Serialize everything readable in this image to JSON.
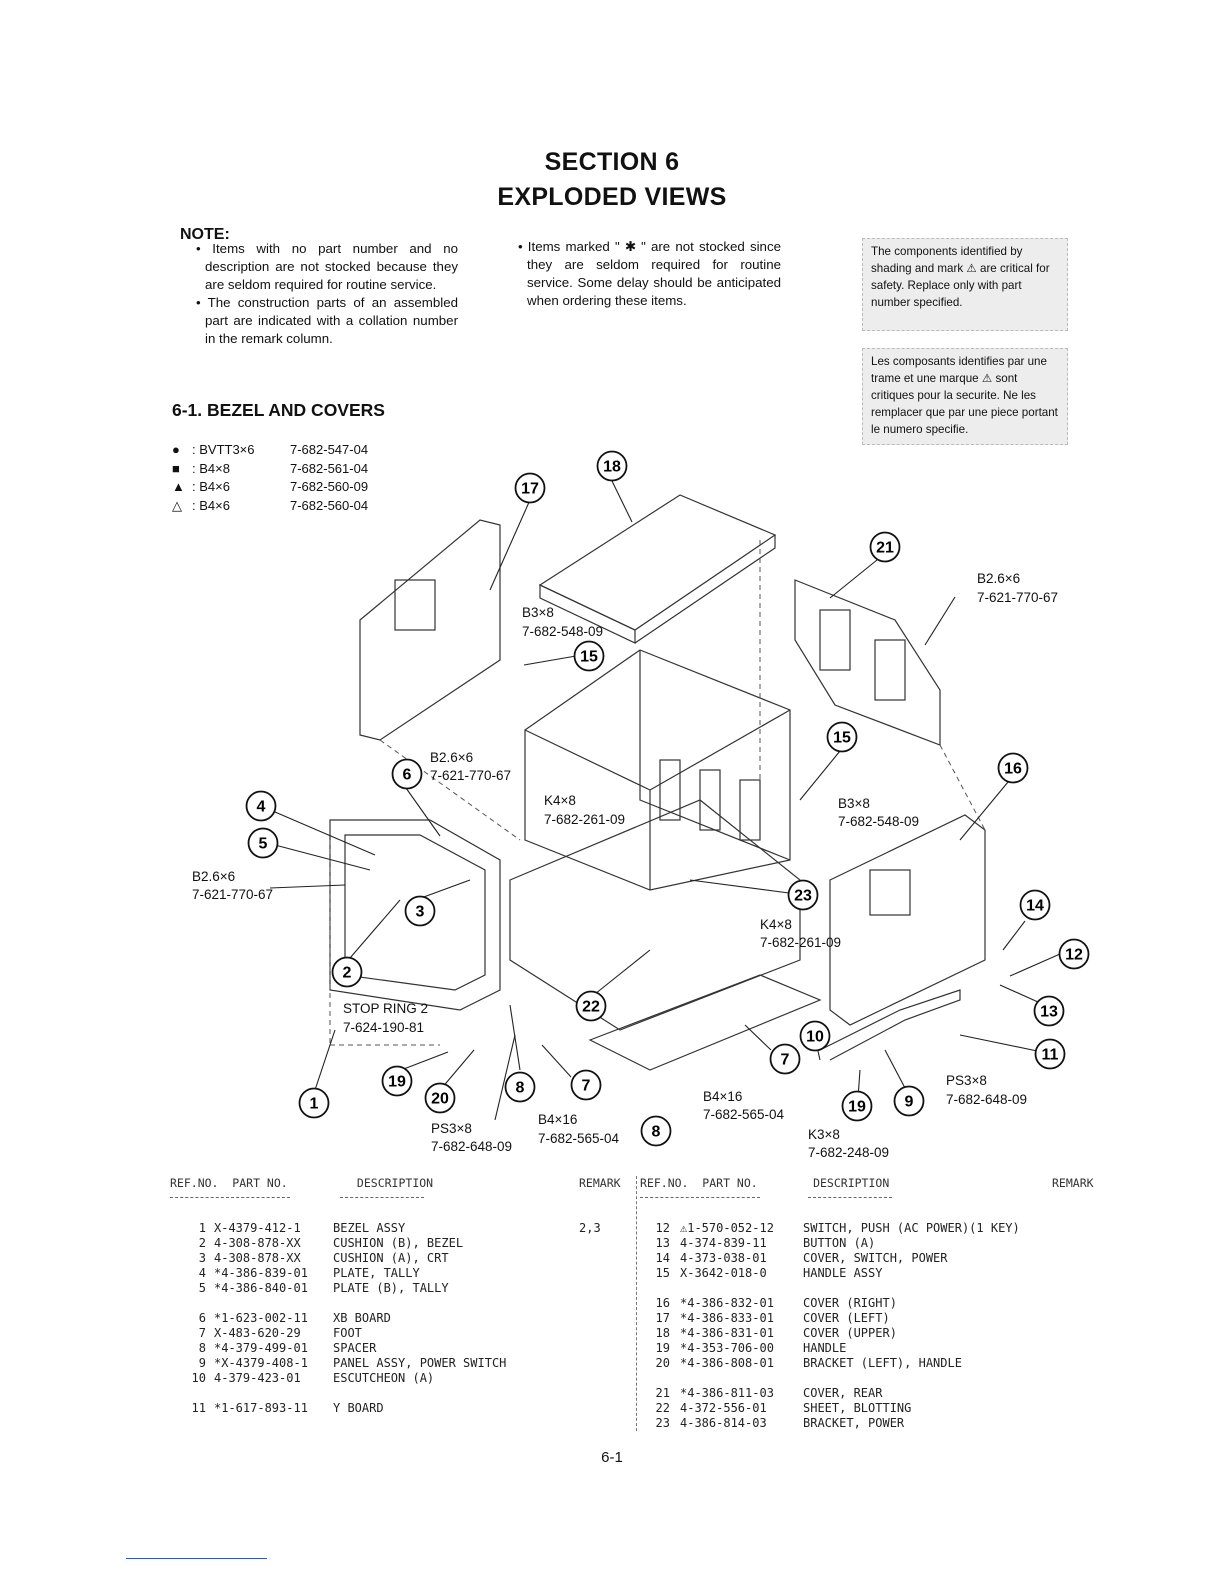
{
  "header": {
    "section": "SECTION 6",
    "title": "EXPLODED VIEWS"
  },
  "note": {
    "heading": "NOTE:",
    "left": [
      "• Items with no part number and no description are not stocked because they are seldom required for routine service.",
      "• The construction parts of an assembled part are indicated with a collation number in the remark column."
    ],
    "middle": "• Items marked \" ✱ \" are not stocked since they are seldom required for routine service. Some delay should be anticipated when ordering these items."
  },
  "safety": {
    "english": "The components identified by shading and mark ⚠ are critical for safety. Replace only with part number specified.",
    "french": "Les composants identifies par une trame et une marque ⚠ sont critiques pour la securite. Ne les remplacer que par une piece portant le numero specifie."
  },
  "section_heading": "6-1.  BEZEL AND COVERS",
  "screws": [
    {
      "symbol": "●",
      "name": ": BVTT3×6",
      "part": "7-682-547-04"
    },
    {
      "symbol": "■",
      "name": ": B4×8",
      "part": "7-682-561-04"
    },
    {
      "symbol": "▲",
      "name": ": B4×6",
      "part": "7-682-560-09"
    },
    {
      "symbol": "△",
      "name": ": B4×6",
      "part": "7-682-560-04"
    }
  ],
  "diagram": {
    "callouts": [
      {
        "n": "17"
      },
      {
        "n": "18"
      },
      {
        "n": "21"
      },
      {
        "n": "15"
      },
      {
        "n": "15"
      },
      {
        "n": "16"
      },
      {
        "n": "6"
      },
      {
        "n": "4"
      },
      {
        "n": "5"
      },
      {
        "n": "3"
      },
      {
        "n": "2"
      },
      {
        "n": "23"
      },
      {
        "n": "14"
      },
      {
        "n": "12"
      },
      {
        "n": "13"
      },
      {
        "n": "11"
      },
      {
        "n": "22"
      },
      {
        "n": "10"
      },
      {
        "n": "7"
      },
      {
        "n": "7"
      },
      {
        "n": "19"
      },
      {
        "n": "19"
      },
      {
        "n": "20"
      },
      {
        "n": "8"
      },
      {
        "n": "8"
      },
      {
        "n": "9"
      },
      {
        "n": "1"
      }
    ],
    "labels": [
      {
        "text": "B2.6×6"
      },
      {
        "text": "7-621-770-67"
      },
      {
        "text": "B3×8"
      },
      {
        "text": "7-682-548-09"
      },
      {
        "text": "B2.6×6"
      },
      {
        "text": "7-621-770-67"
      },
      {
        "text": "K4×8"
      },
      {
        "text": "7-682-261-09"
      },
      {
        "text": "B3×8"
      },
      {
        "text": "7-682-548-09"
      },
      {
        "text": "B2.6×6"
      },
      {
        "text": "7-621-770-67"
      },
      {
        "text": "K4×8"
      },
      {
        "text": "7-682-261-09"
      },
      {
        "text": "STOP RING 2"
      },
      {
        "text": "7-624-190-81"
      },
      {
        "text": "PS3×8"
      },
      {
        "text": "7-682-648-09"
      },
      {
        "text": "B4×16"
      },
      {
        "text": "7-682-565-04"
      },
      {
        "text": "B4×16"
      },
      {
        "text": "7-682-565-04"
      },
      {
        "text": "K3×8"
      },
      {
        "text": "7-682-248-09"
      },
      {
        "text": "PS3×8"
      },
      {
        "text": "7-682-648-09"
      }
    ]
  },
  "table_header": {
    "left": "REF.NO.  PART NO.          DESCRIPTION",
    "left_remark": "REMARK",
    "right": "REF.NO.  PART NO.        DESCRIPTION",
    "right_remark": "REMARK"
  },
  "parts_left": [
    {
      "ref": "1",
      "part": "X-4379-412-1",
      "desc": "BEZEL ASSY",
      "remark": "2,3"
    },
    {
      "ref": "2",
      "part": "4-308-878-XX",
      "desc": "CUSHION (B), BEZEL",
      "remark": ""
    },
    {
      "ref": "3",
      "part": "4-308-878-XX",
      "desc": "CUSHION (A), CRT",
      "remark": ""
    },
    {
      "ref": "4",
      "part": "*4-386-839-01",
      "desc": "PLATE, TALLY",
      "remark": ""
    },
    {
      "ref": "5",
      "part": "*4-386-840-01",
      "desc": "PLATE (B), TALLY",
      "remark": ""
    },
    {
      "ref": "6",
      "part": "*1-623-002-11",
      "desc": "XB BOARD",
      "remark": ""
    },
    {
      "ref": "7",
      "part": "X-483-620-29",
      "desc": "FOOT",
      "remark": ""
    },
    {
      "ref": "8",
      "part": "*4-379-499-01",
      "desc": "SPACER",
      "remark": ""
    },
    {
      "ref": "9",
      "part": "*X-4379-408-1",
      "desc": "PANEL ASSY, POWER SWITCH",
      "remark": ""
    },
    {
      "ref": "10",
      "part": "4-379-423-01",
      "desc": "ESCUTCHEON (A)",
      "remark": ""
    },
    {
      "ref": "11",
      "part": "*1-617-893-11",
      "desc": "Y BOARD",
      "remark": ""
    }
  ],
  "parts_right": [
    {
      "ref": "12",
      "part": "⚠1-570-052-12",
      "desc": "SWITCH, PUSH (AC POWER)(1 KEY)"
    },
    {
      "ref": "13",
      "part": "4-374-839-11",
      "desc": "BUTTON (A)"
    },
    {
      "ref": "14",
      "part": "4-373-038-01",
      "desc": "COVER, SWITCH, POWER"
    },
    {
      "ref": "15",
      "part": "X-3642-018-0",
      "desc": "HANDLE ASSY"
    },
    {
      "ref": "16",
      "part": "*4-386-832-01",
      "desc": "COVER (RIGHT)"
    },
    {
      "ref": "17",
      "part": "*4-386-833-01",
      "desc": "COVER (LEFT)"
    },
    {
      "ref": "18",
      "part": "*4-386-831-01",
      "desc": "COVER (UPPER)"
    },
    {
      "ref": "19",
      "part": "*4-353-706-00",
      "desc": "HANDLE"
    },
    {
      "ref": "20",
      "part": "*4-386-808-01",
      "desc": "BRACKET (LEFT), HANDLE"
    },
    {
      "ref": "21",
      "part": "*4-386-811-03",
      "desc": "COVER, REAR"
    },
    {
      "ref": "22",
      "part": "4-372-556-01",
      "desc": "SHEET, BLOTTING"
    },
    {
      "ref": "23",
      "part": "4-386-814-03",
      "desc": "BRACKET, POWER"
    }
  ],
  "page_number": "6-1"
}
